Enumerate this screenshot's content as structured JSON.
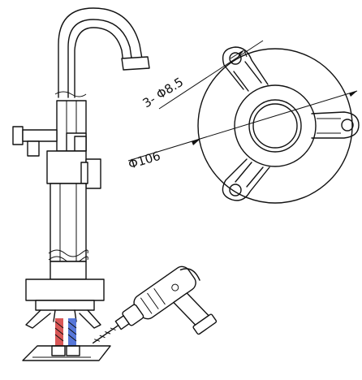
{
  "annotations": {
    "hole_dimension": "3- Φ8.5",
    "base_diameter": "Φ106"
  },
  "colors": {
    "line": "#111111",
    "hot_hose": "#d23a3a",
    "cold_hose": "#3a5fd2",
    "background": "#ffffff"
  },
  "icons": [
    "faucet-drawing",
    "mounting-plate-drawing",
    "power-drill-icon"
  ]
}
